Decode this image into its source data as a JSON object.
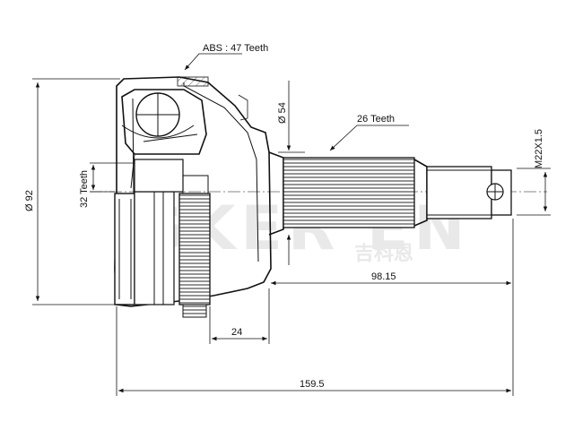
{
  "watermark": {
    "brand": "GKER EN",
    "chinese": "吉科恩"
  },
  "callouts": {
    "abs_teeth": "ABS : 47 Teeth",
    "outer_teeth": "26 Teeth",
    "inner_teeth": "32 Teeth",
    "seal_dia": "Ø 54",
    "thread": "M22X1.5"
  },
  "dimensions": {
    "outer_dia": "Ø 92",
    "ring_width": "24",
    "stem_length": "98.15",
    "total_length": "159.5"
  }
}
